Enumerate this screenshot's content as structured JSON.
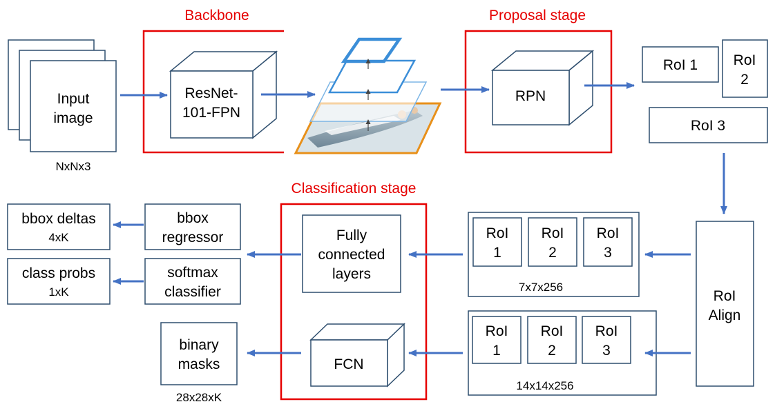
{
  "stages": {
    "backbone": "Backbone",
    "proposal": "Proposal stage",
    "classification": "Classification stage"
  },
  "input": {
    "line1": "Input",
    "line2": "image",
    "dims": "NxNx3"
  },
  "backbone_block": {
    "line1": "ResNet-",
    "line2": "101-FPN"
  },
  "rpn": {
    "label": "RPN"
  },
  "rois": {
    "roi1": "RoI 1",
    "roi2_line1": "RoI",
    "roi2_line2": "2",
    "roi3": "RoI 3"
  },
  "roi_align": {
    "line1": "RoI",
    "line2": "Align"
  },
  "grid7": {
    "cells": [
      {
        "line1": "RoI",
        "line2": "1"
      },
      {
        "line1": "RoI",
        "line2": "2"
      },
      {
        "line1": "RoI",
        "line2": "3"
      }
    ],
    "dims": "7x7x256"
  },
  "grid14": {
    "cells": [
      {
        "line1": "RoI",
        "line2": "1"
      },
      {
        "line1": "RoI",
        "line2": "2"
      },
      {
        "line1": "RoI",
        "line2": "3"
      }
    ],
    "dims": "14x14x256"
  },
  "fc": {
    "line1": "Fully",
    "line2": "connected",
    "line3": "layers"
  },
  "fcn": {
    "label": "FCN"
  },
  "heads": {
    "bbox_regressor": {
      "line1": "bbox",
      "line2": "regressor"
    },
    "softmax_classifier": {
      "line1": "softmax",
      "line2": "classifier"
    }
  },
  "outputs": {
    "bbox_deltas": {
      "line1": "bbox deltas",
      "line2": "4xK"
    },
    "class_probs": {
      "line1": "class probs",
      "line2": "1xK"
    },
    "binary_masks": {
      "line1": "binary",
      "line2": "masks",
      "dims": "28x28xK"
    }
  },
  "colors": {
    "stage_red": "#e60000",
    "arrow_blue": "#4472c4",
    "box_stroke": "#2f4f6f",
    "pyramid_blue": "#3b8ed8",
    "pyramid_orange": "#e8901a"
  },
  "icons": {
    "pyramid": "feature-pyramid-image"
  }
}
